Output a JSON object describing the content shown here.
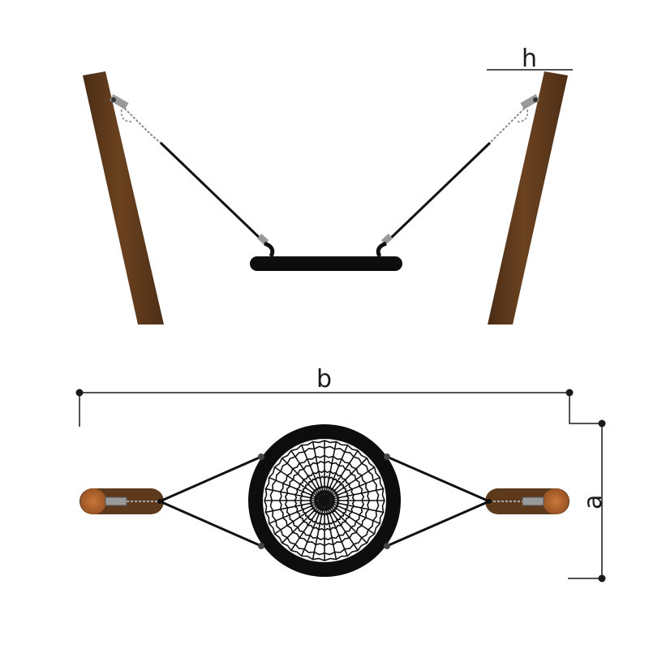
{
  "dimensions": {
    "h": "h",
    "b": "b",
    "a": "a"
  },
  "colors": {
    "wood": "#5e3a1c",
    "wood_light": "#7a4c25",
    "wood_end": "#b5682e",
    "seat": "#0d0d0d",
    "rope": "#111111",
    "chain": "#8a8a8a",
    "dimension_line": "#1a1a1a"
  },
  "net": {
    "rings": 8,
    "spokes": 32
  }
}
